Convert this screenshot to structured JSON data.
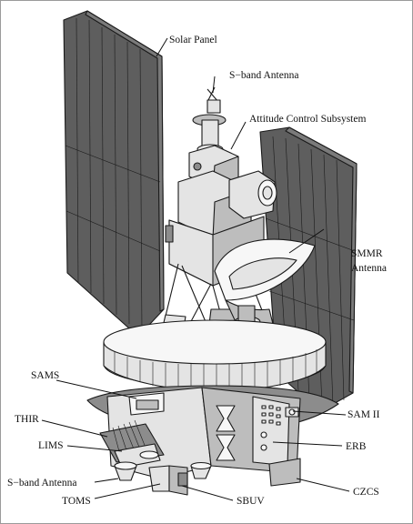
{
  "labels": {
    "solar_panel": "Solar Panel",
    "s_band_top": "S−band Antenna",
    "attitude": "Attitude Control Subsystem",
    "smmr_line1": "SMMR",
    "smmr_line2": "Antenna",
    "sams": "SAMS",
    "thir": "THIR",
    "lims": "LIMS",
    "s_band_bottom": "S−band Antenna",
    "toms": "TOMS",
    "sbuv": "SBUV",
    "sam2": "SAM II",
    "erb": "ERB",
    "czcs": "CZCS"
  }
}
